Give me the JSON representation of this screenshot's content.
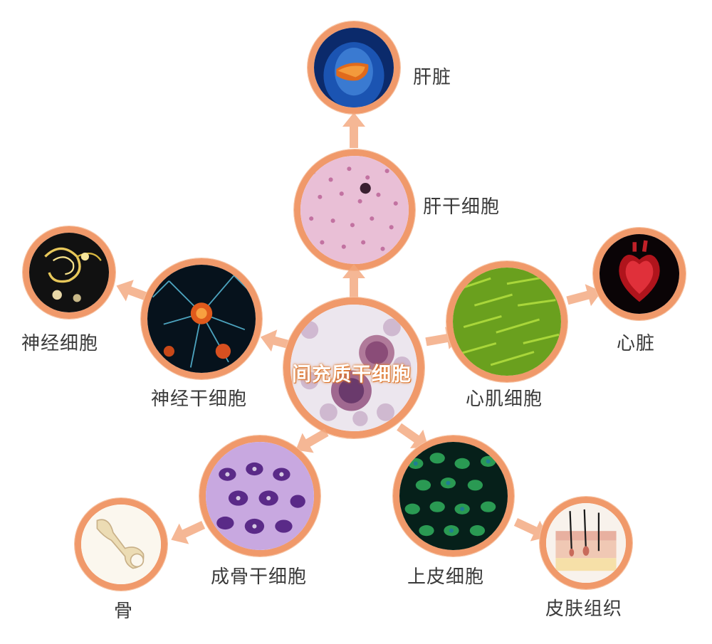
{
  "center": {
    "label": "间充质干细胞"
  },
  "nodes": {
    "liver": {
      "label": "肝脏"
    },
    "liver_stem": {
      "label": "肝干细胞"
    },
    "neuron": {
      "label": "神经细胞"
    },
    "neural_stem": {
      "label": "神经干细胞"
    },
    "cardiomyocyte": {
      "label": "心肌细胞"
    },
    "heart": {
      "label": "心脏"
    },
    "osteoblast_stem": {
      "label": "成骨干细胞"
    },
    "bone": {
      "label": "骨"
    },
    "epithelial": {
      "label": "上皮细胞"
    },
    "skin": {
      "label": "皮肤组织"
    }
  },
  "colors": {
    "ring": "#f0996a",
    "arrow": "#f3a57a",
    "label_text": "#3a3a3a",
    "center_text": "#ffffff"
  }
}
